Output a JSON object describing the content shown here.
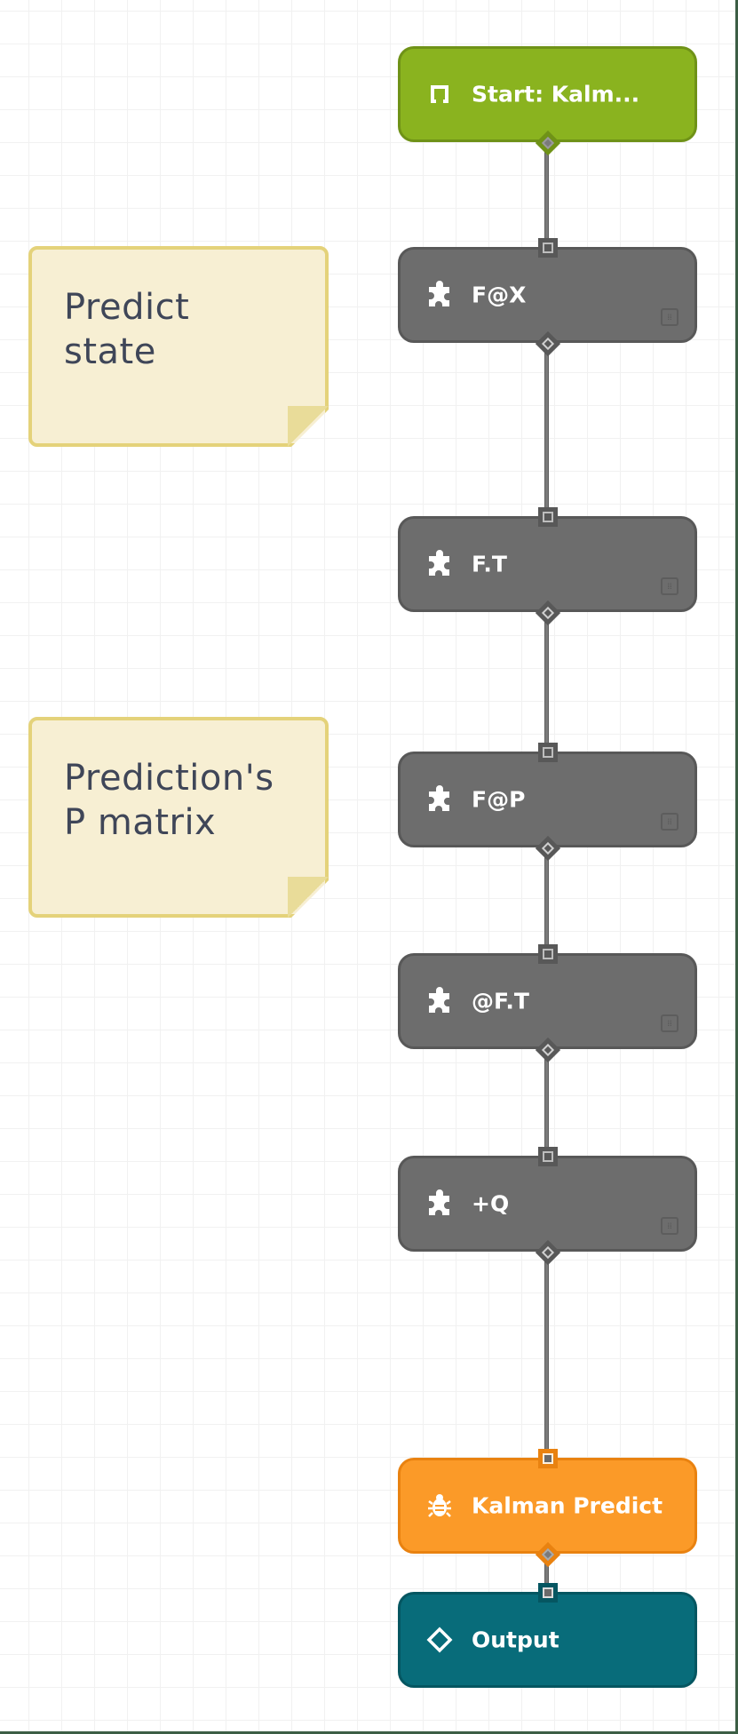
{
  "canvas": {
    "grid_size": 37,
    "colors": {
      "background": "#ffffff",
      "grid": "#f1f1f1",
      "edge": "#7a7a7a",
      "frame": "#3c5e45"
    }
  },
  "notes": [
    {
      "text_line1": "Predict",
      "text_line2": "state",
      "color": "#f7efd3",
      "border": "#e4d27a"
    },
    {
      "text_line1": "Prediction's",
      "text_line2": "P matrix",
      "color": "#f7efd3",
      "border": "#e4d27a"
    }
  ],
  "nodes": [
    {
      "id": "start",
      "label": "Start: Kalm...",
      "icon": "start-bracket-icon",
      "type": "start",
      "color": "#8ab31f"
    },
    {
      "id": "fx",
      "label": "F@X",
      "icon": "puzzle-icon",
      "type": "function",
      "color": "#6d6d6d",
      "badge": "⁞⁞"
    },
    {
      "id": "ft",
      "label": "F.T",
      "icon": "puzzle-icon",
      "type": "function",
      "color": "#6d6d6d",
      "badge": "⁞⁞"
    },
    {
      "id": "fp",
      "label": "F@P",
      "icon": "puzzle-icon",
      "type": "function",
      "color": "#6d6d6d",
      "badge": "⁞⁞"
    },
    {
      "id": "aft",
      "label": "@F.T",
      "icon": "puzzle-icon",
      "type": "function",
      "color": "#6d6d6d",
      "badge": "⁞⁞"
    },
    {
      "id": "q",
      "label": "+Q",
      "icon": "puzzle-icon",
      "type": "function",
      "color": "#6d6d6d",
      "badge": "⁞⁞"
    },
    {
      "id": "kalman",
      "label": "Kalman Predict",
      "icon": "bug-icon",
      "type": "debug",
      "color": "#fb9a28"
    },
    {
      "id": "output",
      "label": "Output",
      "icon": "diamond-icon",
      "type": "output",
      "color": "#086c7a"
    }
  ],
  "edges": [
    {
      "from": "start",
      "to": "fx"
    },
    {
      "from": "fx",
      "to": "ft"
    },
    {
      "from": "ft",
      "to": "fp"
    },
    {
      "from": "fp",
      "to": "aft"
    },
    {
      "from": "aft",
      "to": "q"
    },
    {
      "from": "q",
      "to": "kalman"
    },
    {
      "from": "kalman",
      "to": "output"
    }
  ]
}
